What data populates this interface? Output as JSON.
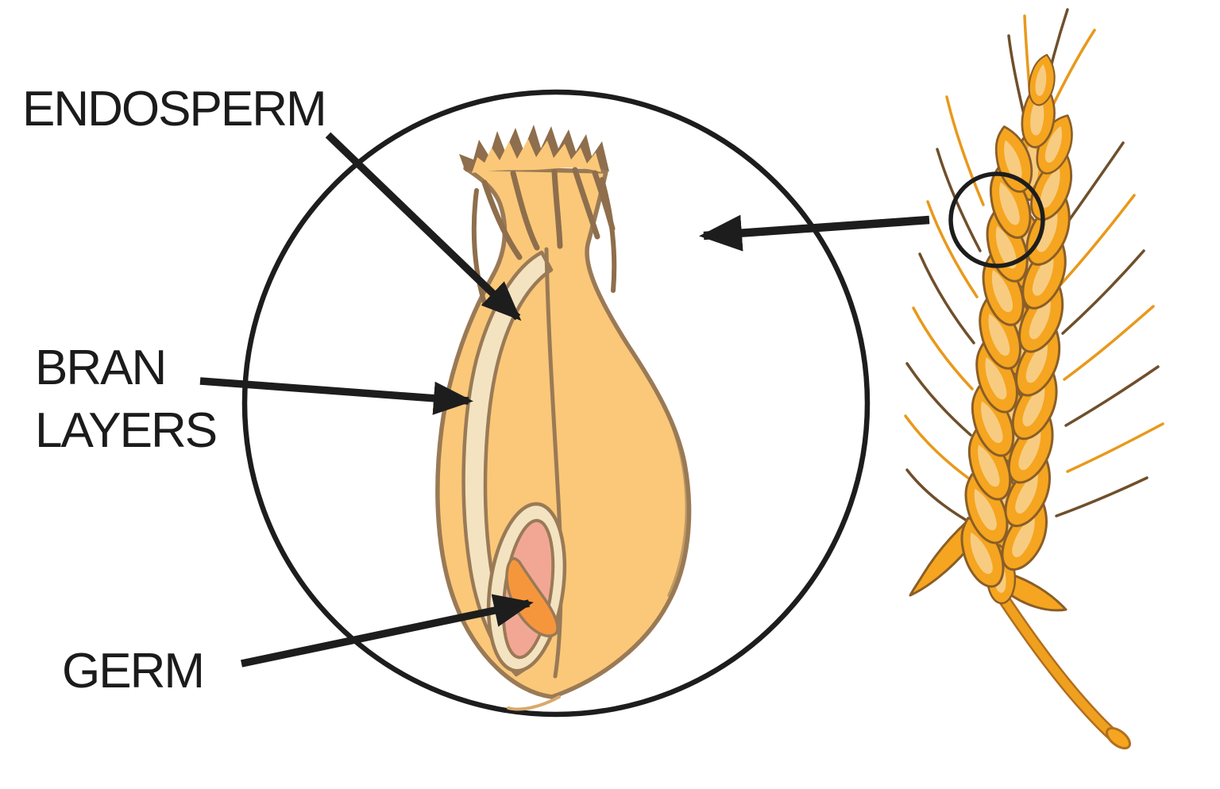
{
  "labels": {
    "endosperm": "ENDOSPERM",
    "bran_line1": "BRAN",
    "bran_line2": "LAYERS",
    "germ": "GERM"
  },
  "colors": {
    "page_bg": "#ffffff",
    "ink": "#1d1d1d",
    "label_text": "#1b1b1b",
    "kernel_fill": "#fac878",
    "kernel_outline": "#9a7a56",
    "brush_brown": "#8e6e4c",
    "bran_fill": "#f3e3c1",
    "germ_pink": "#f2a795",
    "germ_orange": "#f6963c",
    "ear_gold": "#f5a51f",
    "ear_highlight": "#f8cc80",
    "ear_shadow": "#8a5e28",
    "awn_gold": "#e8991b",
    "awn_brown": "#6f4f2b",
    "stem_gold": "#f0a01f",
    "stem_shadow": "#b06f1e",
    "wisp_tan": "#d9a96a"
  }
}
